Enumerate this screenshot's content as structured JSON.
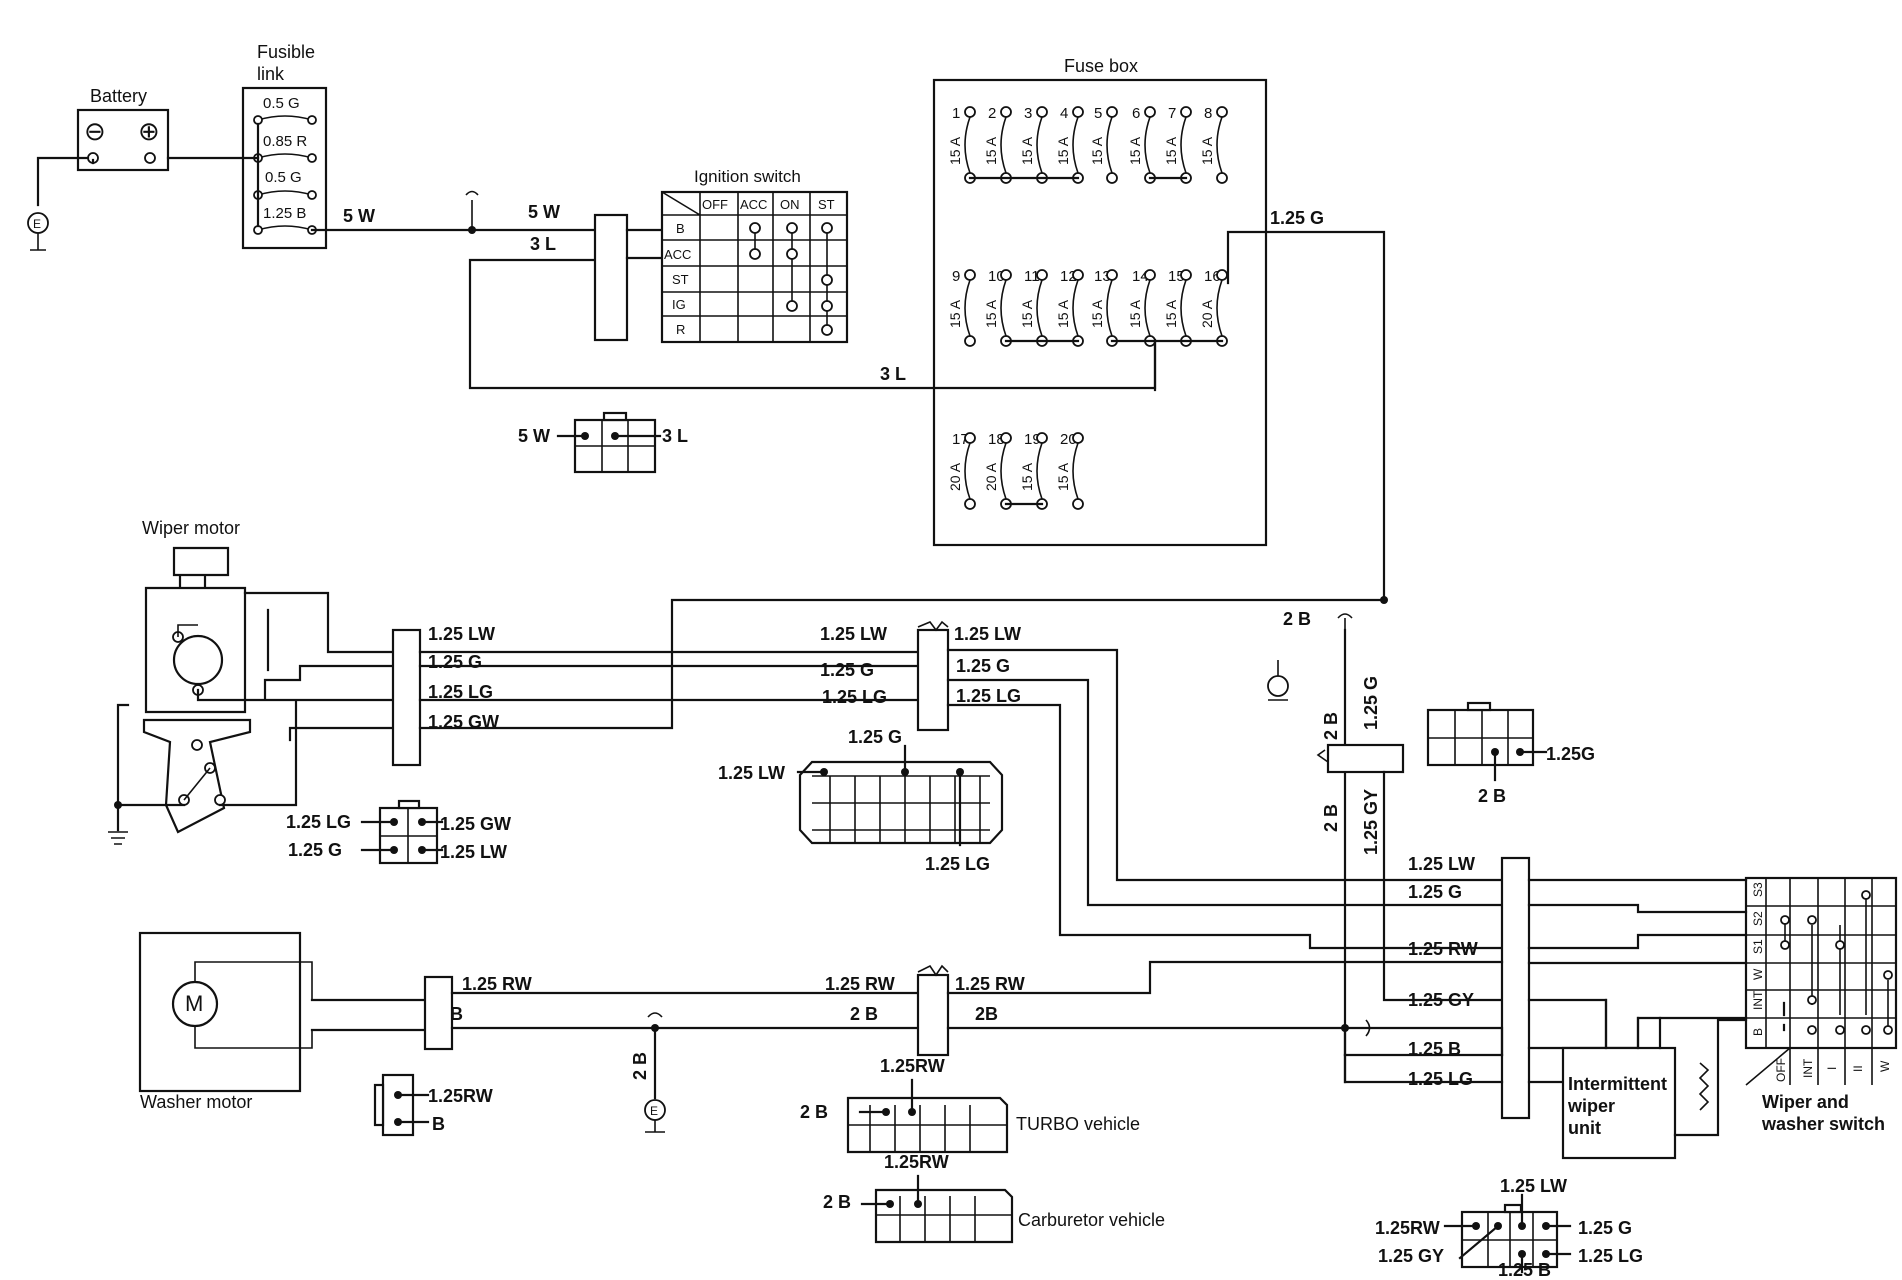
{
  "components": {
    "battery": "Battery",
    "battery_neg": "⊖",
    "battery_pos": "⊕",
    "fusible_link": "Fusible\nlink",
    "fuse_box": "Fuse box",
    "ignition_switch": "Ignition switch",
    "wiper_motor": "Wiper motor",
    "washer_motor": "Washer motor",
    "washer_motor_symbol": "M",
    "intermittent_unit": "Intermittent\nwiper\nunit",
    "wiper_switch": "Wiper and\nwasher switch",
    "turbo": "TURBO vehicle",
    "carburetor": "Carburetor vehicle",
    "ground": "E"
  },
  "fusible_link_ratings": [
    "0.5 G",
    "0.85 R",
    "0.5 G",
    "1.25 B"
  ],
  "ignition_table": {
    "columns": [
      "OFF",
      "ACC",
      "ON",
      "ST"
    ],
    "rows": [
      "B",
      "ACC",
      "ST",
      "IG",
      "R"
    ]
  },
  "fuses": {
    "numbers": [
      "1",
      "2",
      "3",
      "4",
      "5",
      "6",
      "7",
      "8",
      "9",
      "10",
      "11",
      "12",
      "13",
      "14",
      "15",
      "16",
      "17",
      "18",
      "19",
      "20"
    ],
    "ratings": [
      "15 A",
      "15 A",
      "15 A",
      "15 A",
      "15 A",
      "15 A",
      "15 A",
      "15 A",
      "15 A",
      "15 A",
      "15 A",
      "15 A",
      "15 A",
      "15 A",
      "15 A",
      "20 A",
      "20 A",
      "20 A",
      "15 A",
      "15 A"
    ]
  },
  "wires": {
    "w5": "5 W",
    "l3": "3 L",
    "g125": "1.25 G",
    "g125_fuse": "1.25 G",
    "lw": "1.25 LW",
    "g": "1.25 G",
    "lg": "1.25 LG",
    "gw": "1.25 GW",
    "rw": "1.25 RW",
    "b": "B",
    "b2": "2 B",
    "b2_alt": "2B",
    "gy": "1.25 GY",
    "b125": "1.25 B",
    "rw_alt": "1.25RW",
    "gy_alt": "1.25 GY",
    "g_alt": "1.25G"
  },
  "switch_terminals": [
    "S3",
    "S2",
    "S1",
    "W",
    "INT",
    "B"
  ],
  "switch_positions": [
    "OFF",
    "INT",
    "I",
    "II",
    "W"
  ]
}
